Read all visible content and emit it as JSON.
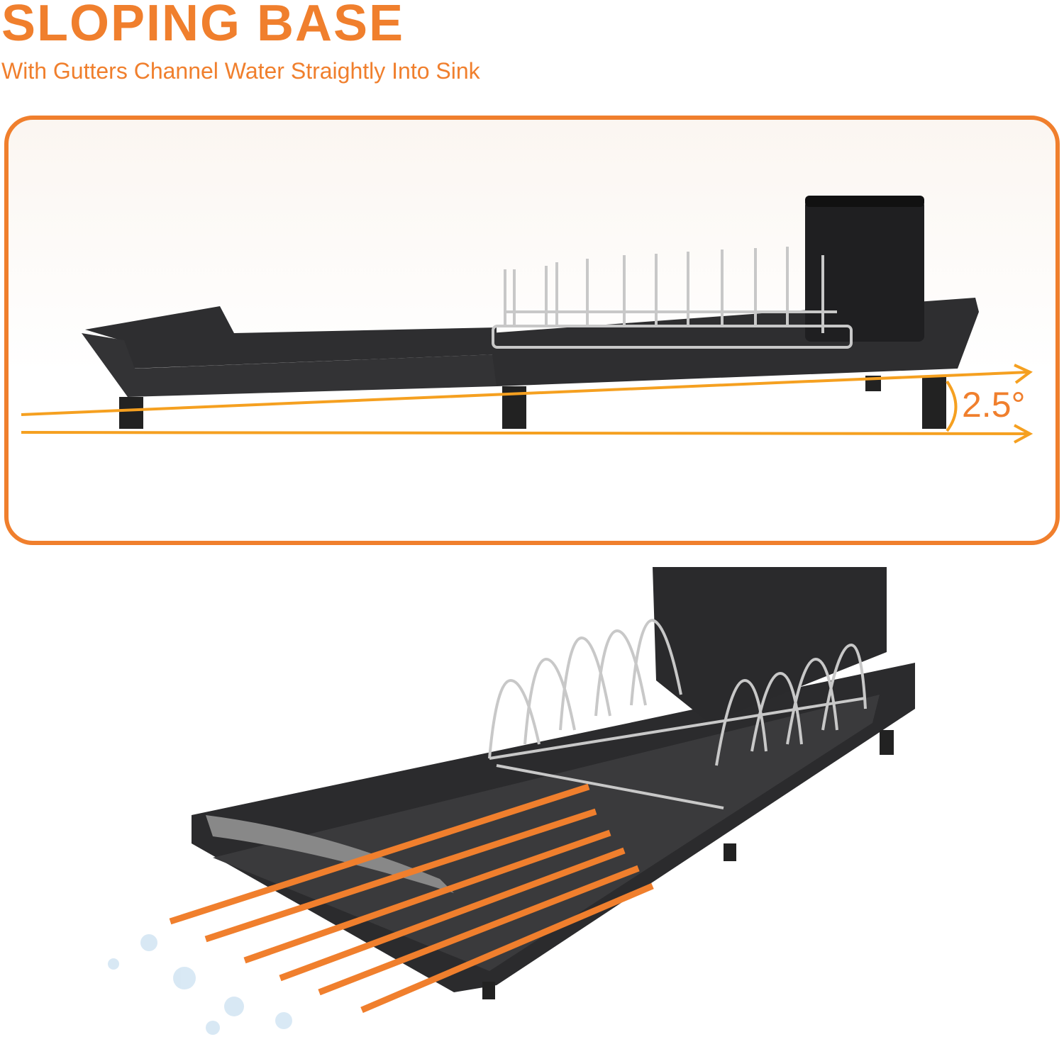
{
  "header": {
    "title": "SLOPING BASE",
    "subtitle": "With Gutters Channel Water Straightly Into Sink"
  },
  "side_view": {
    "angle_label": "2.5°"
  },
  "colors": {
    "accent": "#f07f2d",
    "rack_body": "#2b2b2d",
    "steel": "#c8c8c8"
  }
}
